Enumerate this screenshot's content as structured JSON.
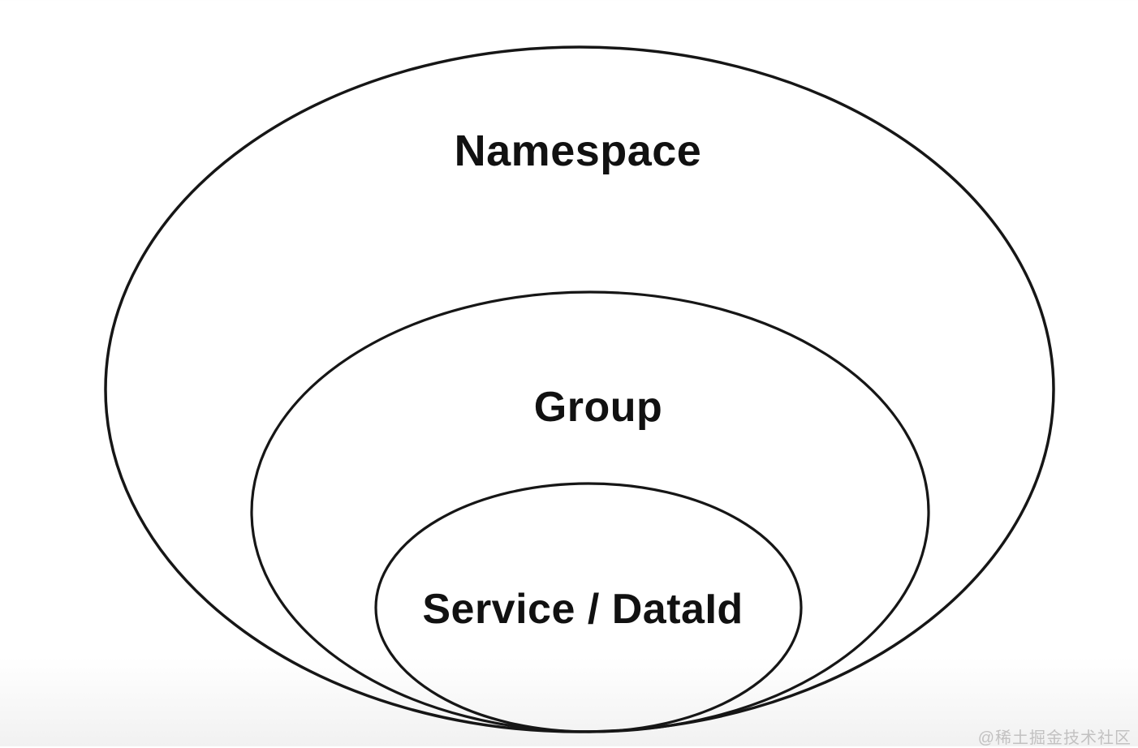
{
  "diagram": {
    "title_hint": "nested containment diagram",
    "rings": {
      "outer_label": "Namespace",
      "middle_label": "Group",
      "inner_label": "Service / DataId"
    },
    "colors": {
      "ring_stroke": "#161616",
      "label_text": "#111111",
      "watermark_text": "#c2c1c1",
      "background": "#ffffff"
    },
    "watermark": "@稀土掘金技术社区"
  }
}
